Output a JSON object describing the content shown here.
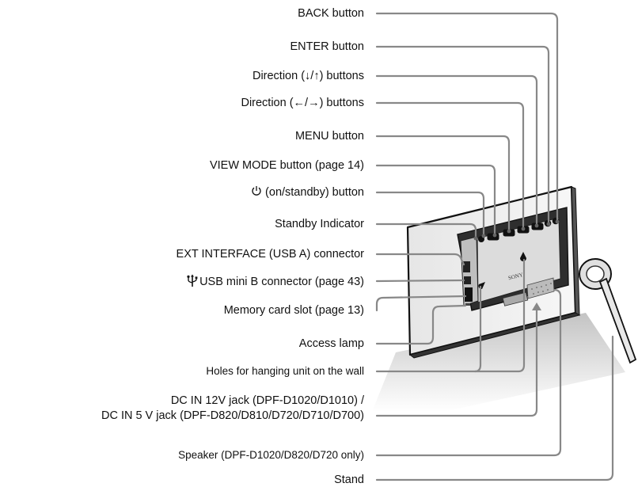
{
  "labels": [
    {
      "id": "back",
      "text": "BACK button"
    },
    {
      "id": "enter",
      "text": "ENTER button"
    },
    {
      "id": "dir-ud",
      "text": "Direction (↓/↑) buttons"
    },
    {
      "id": "dir-lr",
      "text": "Direction (←/→) buttons"
    },
    {
      "id": "menu",
      "text": "MENU button"
    },
    {
      "id": "view-mode",
      "text": "VIEW MODE button (page 14)"
    },
    {
      "id": "power",
      "text": "(on/standby) button"
    },
    {
      "id": "standby",
      "text": "Standby Indicator"
    },
    {
      "id": "ext",
      "text": "EXT INTERFACE (USB A) connector"
    },
    {
      "id": "usb",
      "text": "USB mini B connector (page 43)"
    },
    {
      "id": "card",
      "text": "Memory card slot (page 13)"
    },
    {
      "id": "lamp",
      "text": "Access lamp"
    },
    {
      "id": "holes",
      "text": "Holes for hanging unit on the wall"
    },
    {
      "id": "dcin1",
      "text": "DC IN 12V jack (DPF-D1020/D1010) /"
    },
    {
      "id": "dcin2",
      "text": "DC IN 5 V jack (DPF-D820/D810/D720/D710/D700)"
    },
    {
      "id": "speaker",
      "text": "Speaker (DPF-D1020/D820/D720 only)"
    },
    {
      "id": "stand",
      "text": "Stand"
    }
  ],
  "device": {
    "brand": "SONY"
  },
  "icons": {
    "power": "power-icon",
    "usb": "usb-trident-icon"
  }
}
